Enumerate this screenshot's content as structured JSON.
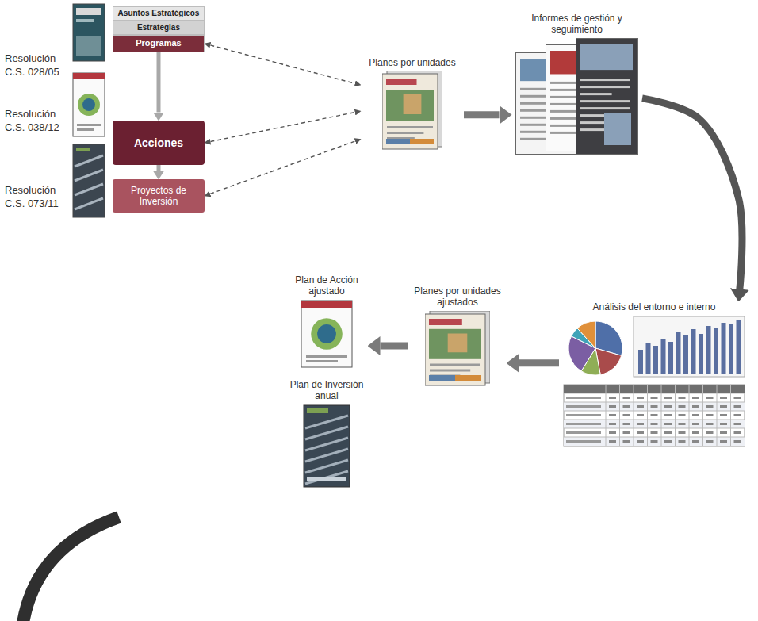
{
  "diagram": {
    "nodes": [
      {
        "text": [
          "Asuntos Estratégicos"
        ]
      },
      {
        "text": [
          "Estrategias"
        ]
      },
      {
        "text": [
          "Programas"
        ]
      },
      {
        "text": [
          "Acciones"
        ]
      },
      {
        "text": [
          "Proyectos de Inversión"
        ]
      },
      {
        "text": [
          "Planes por unidades"
        ]
      },
      {
        "text": [
          "Informes de gestión y seguimiento"
        ]
      },
      {
        "text": [
          "Análisis del entorno e interno"
        ]
      },
      {
        "text": [
          "Planes por unidades ajustados"
        ]
      },
      {
        "text": [
          "Plan de Acción ajustado"
        ]
      },
      {
        "text": [
          "Plan de Inversión anual"
        ]
      }
    ],
    "edges": [
      {
        "from": 2,
        "to": 3,
        "arrow": "to"
      },
      {
        "from": 3,
        "to": 4,
        "arrow": "to"
      },
      {
        "from": 2,
        "to": 5,
        "arrow": "both"
      },
      {
        "from": 3,
        "to": 5,
        "arrow": "both"
      },
      {
        "from": 4,
        "to": 5,
        "arrow": "both"
      },
      {
        "from": 5,
        "to": 6,
        "arrow": "to"
      },
      {
        "from": 6,
        "to": 7,
        "arrow": "to"
      },
      {
        "from": 7,
        "to": 8,
        "arrow": "to"
      },
      {
        "from": 8,
        "to": 9,
        "arrow": "to"
      }
    ],
    "labels": [
      "Resolución C.S. 028/05",
      "Resolución C.S. 038/12",
      "Resolución C.S. 073/11"
    ]
  }
}
